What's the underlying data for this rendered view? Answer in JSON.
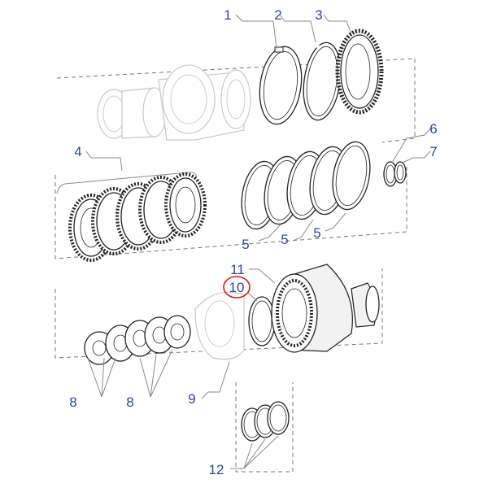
{
  "diagram": {
    "callouts": {
      "c1": "1",
      "c2": "2",
      "c3": "3",
      "c4": "4",
      "c5a": "5",
      "c5b": "5",
      "c5c": "5",
      "c6": "6",
      "c7": "7",
      "c8a": "8",
      "c8b": "8",
      "c9": "9",
      "c10": "10",
      "c11": "11",
      "c12": "12"
    },
    "colors": {
      "label": "#2f4a8a",
      "highlight": "#cc1b1b",
      "leader": "#8a8a8a"
    },
    "highlighted_part": "10"
  }
}
